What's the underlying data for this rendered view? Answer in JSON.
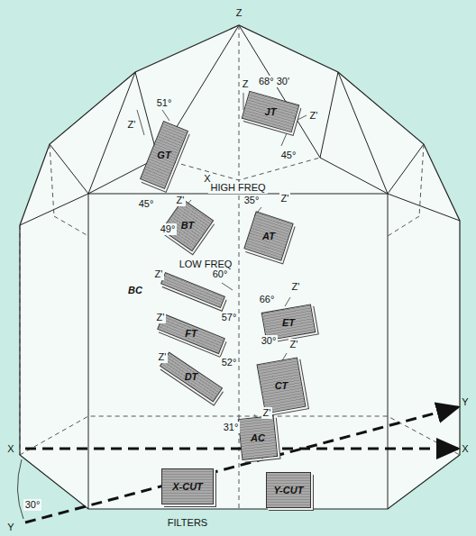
{
  "diagram": {
    "nodes": [
      {
        "text": [
          "GT"
        ]
      },
      {
        "text": [
          "JT"
        ]
      },
      {
        "text": [
          "BT"
        ]
      },
      {
        "text": [
          "AT"
        ]
      },
      {
        "text": [
          "BC"
        ]
      },
      {
        "text": [
          "FT"
        ]
      },
      {
        "text": [
          "ET"
        ]
      },
      {
        "text": [
          "DT"
        ]
      },
      {
        "text": [
          "CT"
        ]
      },
      {
        "text": [
          "AC"
        ]
      },
      {
        "text": [
          "X-CUT"
        ]
      },
      {
        "text": [
          "Y-CUT"
        ]
      }
    ],
    "labels": [
      "Z",
      "51°",
      "Z'",
      "45°",
      "X",
      "Z",
      "68° 30'",
      "Z'",
      "45°",
      "HIGH FREQ",
      "Z'",
      "49°",
      "35°",
      "Z'",
      "LOW FREQ",
      "Z'",
      "60°",
      "66°",
      "Z'",
      "Z'",
      "57°",
      "30°",
      "Z'",
      "Z'",
      "52°",
      "Z'",
      "31°",
      "X",
      "Y",
      "30°",
      "Y",
      "X",
      "FILTERS"
    ]
  }
}
